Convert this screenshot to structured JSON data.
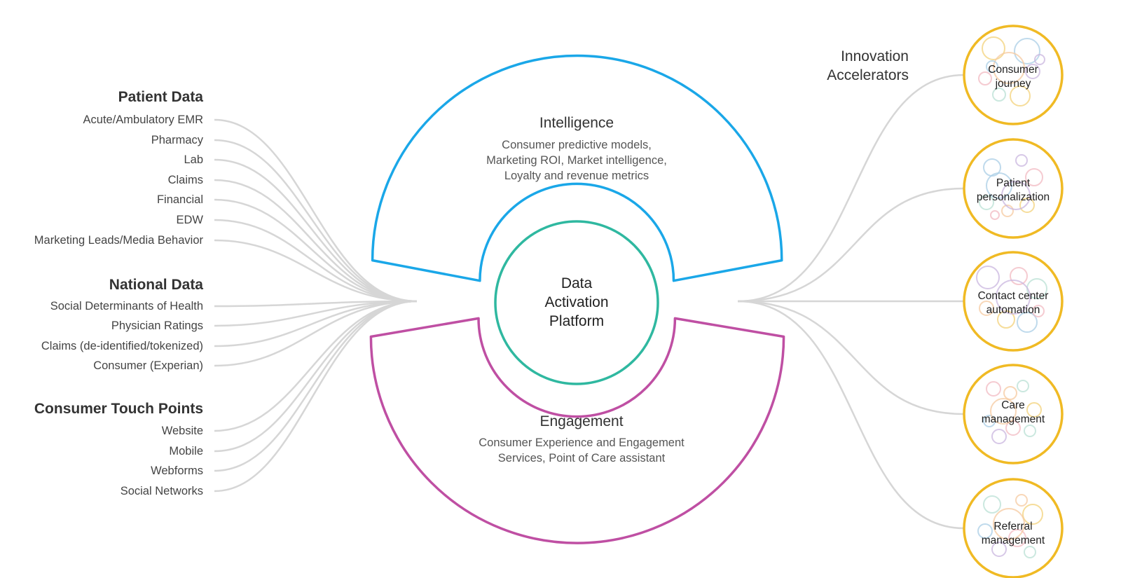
{
  "colors": {
    "intelligence_arc": "#1aa7e8",
    "engagement_arc": "#bf4fa3",
    "core_ring": "#2fb8a0",
    "accelerator_ring": "#f0ba24",
    "connector": "#d6d6d6",
    "bubble_palette": [
      "#f3d27a",
      "#a9cde6",
      "#c9b6df",
      "#f2b9c2",
      "#b9e0d4",
      "#f5c9a0"
    ]
  },
  "left_groups": [
    {
      "heading": "Patient Data",
      "items": [
        "Acute/Ambulatory EMR",
        "Pharmacy",
        "Lab",
        "Claims",
        "Financial",
        "EDW",
        "Marketing Leads/Media Behavior"
      ]
    },
    {
      "heading": "National Data",
      "items": [
        "Social Determinants of Health",
        "Physician Ratings",
        "Claims (de-identified/tokenized)",
        "Consumer (Experian)"
      ]
    },
    {
      "heading": "Consumer Touch Points",
      "items": [
        "Website",
        "Mobile",
        "Webforms",
        "Social Networks"
      ]
    }
  ],
  "intelligence": {
    "title": "Intelligence",
    "lines": [
      "Consumer predictive models,",
      "Marketing ROI, Market intelligence,",
      "Loyalty and revenue metrics"
    ]
  },
  "core": {
    "lines": [
      "Data",
      "Activation",
      "Platform"
    ]
  },
  "engagement": {
    "title": "Engagement",
    "lines": [
      "Consumer Experience and Engagement",
      "Services, Point of Care assistant"
    ]
  },
  "accelerators": {
    "title_lines": [
      "Innovation",
      "Accelerators"
    ],
    "items": [
      {
        "lines": [
          "Consumer",
          "journey"
        ]
      },
      {
        "lines": [
          "Patient",
          "personalization"
        ]
      },
      {
        "lines": [
          "Contact center",
          "automation"
        ]
      },
      {
        "lines": [
          "Care",
          "management"
        ]
      },
      {
        "lines": [
          "Referral",
          "management"
        ]
      }
    ]
  }
}
